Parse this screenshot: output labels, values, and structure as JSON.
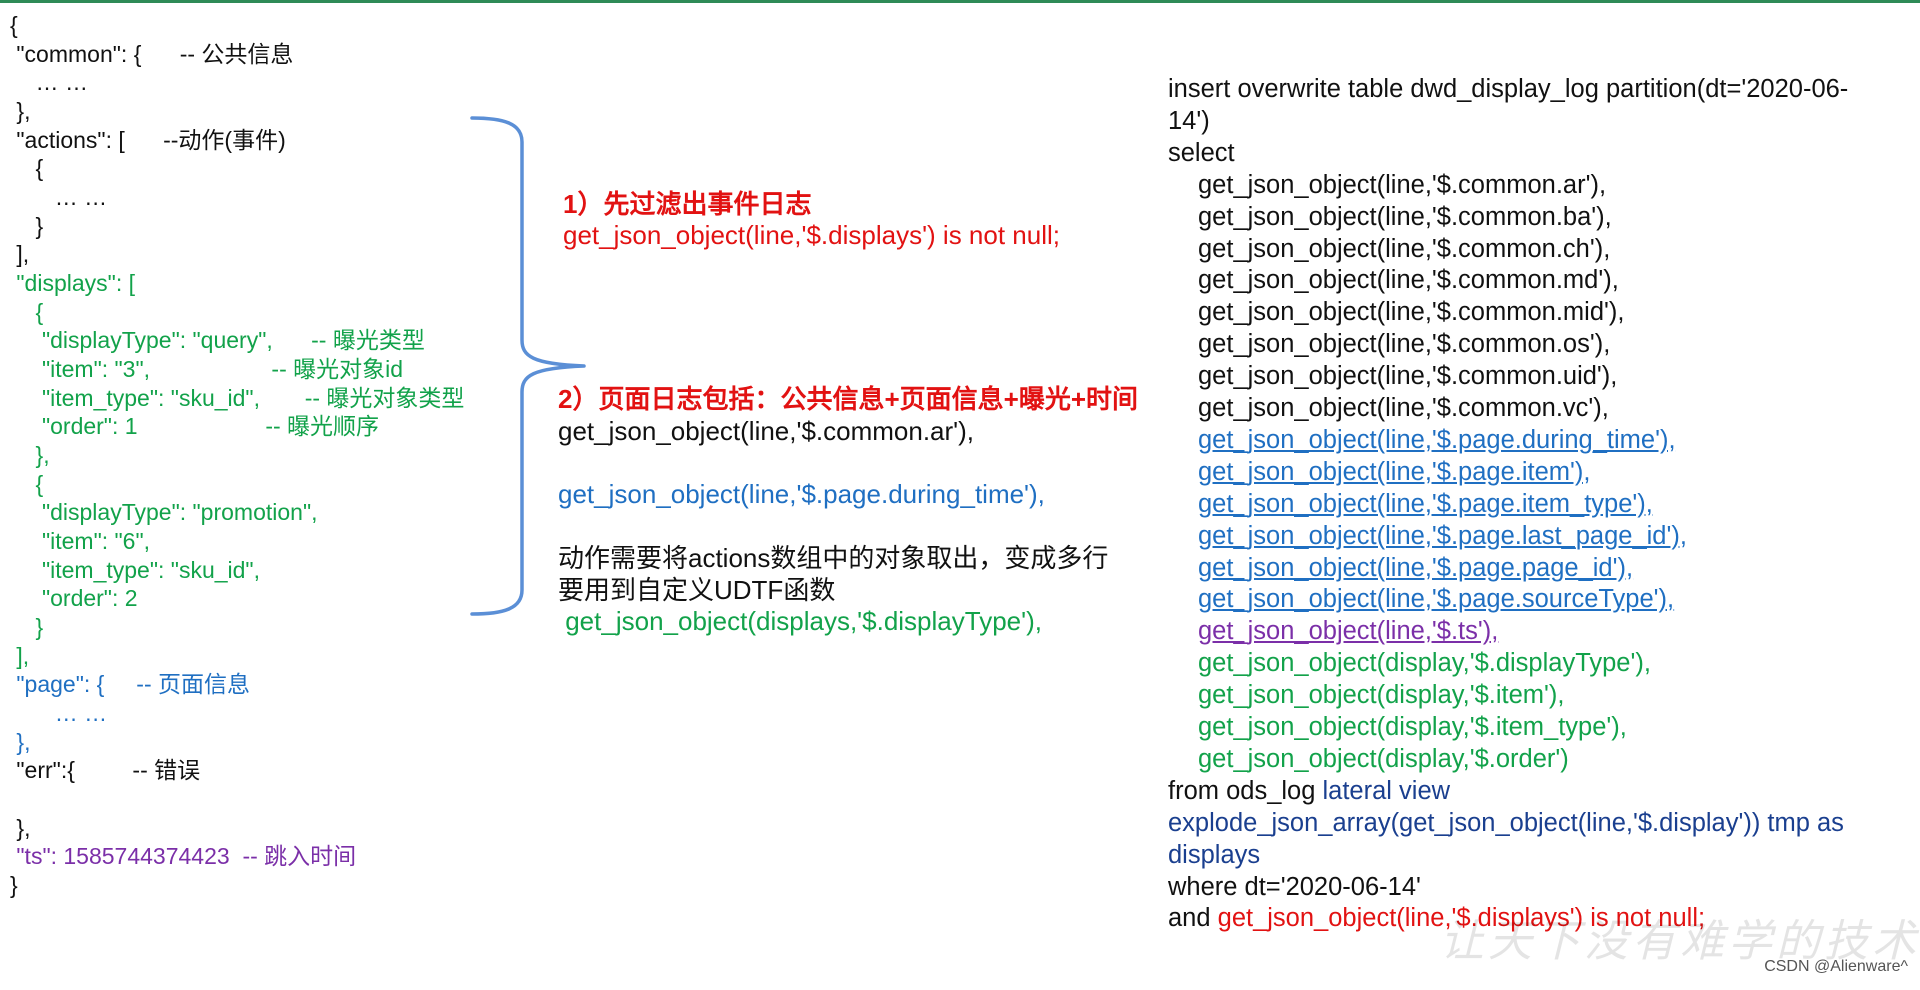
{
  "json_sample": {
    "lines": [
      {
        "text": "{",
        "color": "black"
      },
      {
        "text": " \"common\": {      -- 公共信息",
        "color": "black"
      },
      {
        "text": "    … …",
        "color": "black"
      },
      {
        "text": " },",
        "color": "black"
      },
      {
        "text": " \"actions\": [      --动作(事件)",
        "color": "black"
      },
      {
        "text": "    {",
        "color": "black"
      },
      {
        "text": "       … …",
        "color": "black"
      },
      {
        "text": "    }",
        "color": "black"
      },
      {
        "text": " ],",
        "color": "black"
      },
      {
        "text": " \"displays\": [",
        "color": "green"
      },
      {
        "text": "    {",
        "color": "green"
      },
      {
        "text": "     \"displayType\": \"query\",      -- 曝光类型",
        "color": "green"
      },
      {
        "text": "     \"item\": \"3\",                   -- 曝光对象id",
        "color": "green"
      },
      {
        "text": "     \"item_type\": \"sku_id\",       -- 曝光对象类型",
        "color": "green"
      },
      {
        "text": "     \"order\": 1                    -- 曝光顺序",
        "color": "green"
      },
      {
        "text": "    },",
        "color": "green"
      },
      {
        "text": "    {",
        "color": "green"
      },
      {
        "text": "     \"displayType\": \"promotion\",",
        "color": "green"
      },
      {
        "text": "     \"item\": \"6\",",
        "color": "green"
      },
      {
        "text": "     \"item_type\": \"sku_id\",",
        "color": "green"
      },
      {
        "text": "     \"order\": 2",
        "color": "green"
      },
      {
        "text": "    }",
        "color": "green"
      },
      {
        "text": " ],",
        "color": "green"
      },
      {
        "text": " \"page\": {     -- 页面信息",
        "color": "blue"
      },
      {
        "text": "       … …",
        "color": "blue"
      },
      {
        "text": " },",
        "color": "blue"
      },
      {
        "text": " \"err\":{         -- 错误",
        "color": "black"
      },
      {
        "text": "",
        "color": "black"
      },
      {
        "text": " },",
        "color": "black"
      },
      {
        "text": " \"ts\": 1585744374423  -- 跳入时间",
        "color": "purple"
      },
      {
        "text": "}",
        "color": "black"
      }
    ]
  },
  "notes": {
    "step1_title": "1）先过滤出事件日志",
    "step1_code": "get_json_object(line,'$.displays') is not null;",
    "step2_title": "2）页面日志包括：公共信息+页面信息+曝光+时间",
    "step2_code1": "get_json_object(line,'$.common.ar'),",
    "step2_code2": "get_json_object(line,'$.page.during_time'),",
    "desc_line1": "动作需要将actions数组中的对象取出，变成多行",
    "desc_line2": "要用到自定义UDTF函数",
    "step2_code3": " get_json_object(displays,'$.displayType'),"
  },
  "sql": {
    "lines": [
      {
        "text": "insert overwrite table dwd_display_log partition(dt='2020-06-",
        "color": "black",
        "indent": 0,
        "underline": false
      },
      {
        "text": "14')",
        "color": "black",
        "indent": 0,
        "underline": false
      },
      {
        "text": "select",
        "color": "black",
        "indent": 0,
        "underline": false
      },
      {
        "text": "get_json_object(line,'$.common.ar'),",
        "color": "black",
        "indent": 1,
        "underline": false
      },
      {
        "text": "get_json_object(line,'$.common.ba'),",
        "color": "black",
        "indent": 1,
        "underline": false
      },
      {
        "text": "get_json_object(line,'$.common.ch'),",
        "color": "black",
        "indent": 1,
        "underline": false
      },
      {
        "text": "get_json_object(line,'$.common.md'),",
        "color": "black",
        "indent": 1,
        "underline": false
      },
      {
        "text": "get_json_object(line,'$.common.mid'),",
        "color": "black",
        "indent": 1,
        "underline": false
      },
      {
        "text": "get_json_object(line,'$.common.os'),",
        "color": "black",
        "indent": 1,
        "underline": false
      },
      {
        "text": "get_json_object(line,'$.common.uid'),",
        "color": "black",
        "indent": 1,
        "underline": false
      },
      {
        "text": "get_json_object(line,'$.common.vc'),",
        "color": "black",
        "indent": 1,
        "underline": false
      },
      {
        "text": "get_json_object(line,'$.page.during_time'),",
        "color": "blue",
        "indent": 1,
        "underline": true
      },
      {
        "text": "get_json_object(line,'$.page.item'),",
        "color": "blue",
        "indent": 1,
        "underline": true
      },
      {
        "text": "get_json_object(line,'$.page.item_type'),",
        "color": "blue",
        "indent": 1,
        "underline": true
      },
      {
        "text": "get_json_object(line,'$.page.last_page_id'),",
        "color": "blue",
        "indent": 1,
        "underline": true
      },
      {
        "text": "get_json_object(line,'$.page.page_id'),",
        "color": "blue",
        "indent": 1,
        "underline": true
      },
      {
        "text": "get_json_object(line,'$.page.sourceType'),",
        "color": "blue",
        "indent": 1,
        "underline": true
      },
      {
        "text": "get_json_object(line,'$.ts'),",
        "color": "purple",
        "indent": 1,
        "underline": true
      },
      {
        "text": "get_json_object(display,'$.displayType'),",
        "color": "green",
        "indent": 1,
        "underline": false
      },
      {
        "text": "get_json_object(display,'$.item'),",
        "color": "green",
        "indent": 1,
        "underline": false
      },
      {
        "text": "get_json_object(display,'$.item_type'),",
        "color": "green",
        "indent": 1,
        "underline": false
      },
      {
        "text": "get_json_object(display,'$.order')",
        "color": "green",
        "indent": 1,
        "underline": false
      },
      {
        "text": "from ods_log lateral view",
        "color": "mixed_from",
        "indent": 0,
        "underline": false
      },
      {
        "text": "explode_json_array(get_json_object(line,'$.display')) tmp as",
        "color": "navy",
        "indent": 0,
        "underline": false
      },
      {
        "text": "displays",
        "color": "navy",
        "indent": 0,
        "underline": false
      },
      {
        "text": "where dt='2020-06-14'",
        "color": "black",
        "indent": 0,
        "underline": false
      },
      {
        "text": "and get_json_object(line,'$.displays') is not null;",
        "color": "mixed_and",
        "indent": 0,
        "underline": false
      }
    ],
    "from_prefix": "from ods_log ",
    "from_suffix": "lateral view",
    "and_prefix": "and ",
    "and_suffix": "get_json_object(line,'$.displays') is not null;"
  },
  "watermark": "让天下没有难学的技术",
  "footer": "CSDN @Alienware^"
}
